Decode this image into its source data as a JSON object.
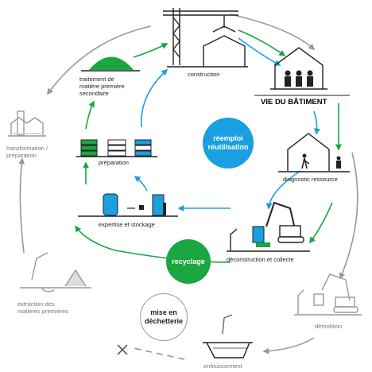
{
  "stages": {
    "construction": "construction",
    "vie_batiment": "VIE DU BÂTIMENT",
    "diagnostic": "diagnostic ressource",
    "deconstruction": "déconstruction et collecte",
    "demolition": "démolition",
    "enfouissement": "enfouissement",
    "extraction_line1": "extraction des",
    "extraction_line2": "matières premières",
    "transformation_line1": "transformation /",
    "transformation_line2": "préparation",
    "traitement_line1": "traitement de",
    "traitement_line2": "matière première",
    "traitement_line3": "secondaire",
    "preparation": "préparation",
    "expertise": "expertise et stockage"
  },
  "circles": {
    "reemploi_line1": "réemploi",
    "reemploi_line2": "réutilisation",
    "recyclage": "recyclage",
    "decheterie_line1": "mise en",
    "decheterie_line2": "déchetterie"
  },
  "colors": {
    "blue": "#1a9fe0",
    "green": "#1aa640",
    "grey": "#999999",
    "dark": "#222222"
  }
}
